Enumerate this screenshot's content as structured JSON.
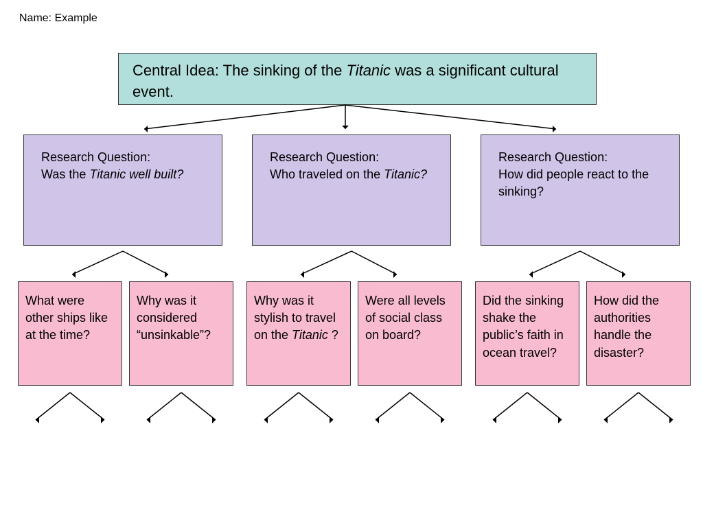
{
  "header": {
    "name": "Name: Example"
  },
  "central_idea": {
    "text": "Central Idea: The sinking of the ",
    "italic": "Titanic",
    "suffix": " was a significant cultural event."
  },
  "research_questions": [
    {
      "label": "Research Question:",
      "question": "Was the ",
      "italic": "Titanic well built?",
      "suffix": ""
    },
    {
      "label": "Research Question:",
      "question": "Who traveled on the ",
      "italic": "Titanic?",
      "suffix": ""
    },
    {
      "label": "Research Question:",
      "question": "How did people react to the sinking?",
      "italic": "",
      "suffix": ""
    }
  ],
  "sub_questions": [
    {
      "text": "What were other ships like at the time?"
    },
    {
      "text": "Why was it considered “unsinkable”?"
    },
    {
      "text": "Why was it stylish to travel on the ",
      "italic": "Titanic",
      "suffix": "?"
    },
    {
      "text": "Were all levels of social class on board?"
    },
    {
      "text": "Did the sinking shake the public’s faith in ocean travel?"
    },
    {
      "text": "How did the authorities handle the disaster?"
    }
  ]
}
